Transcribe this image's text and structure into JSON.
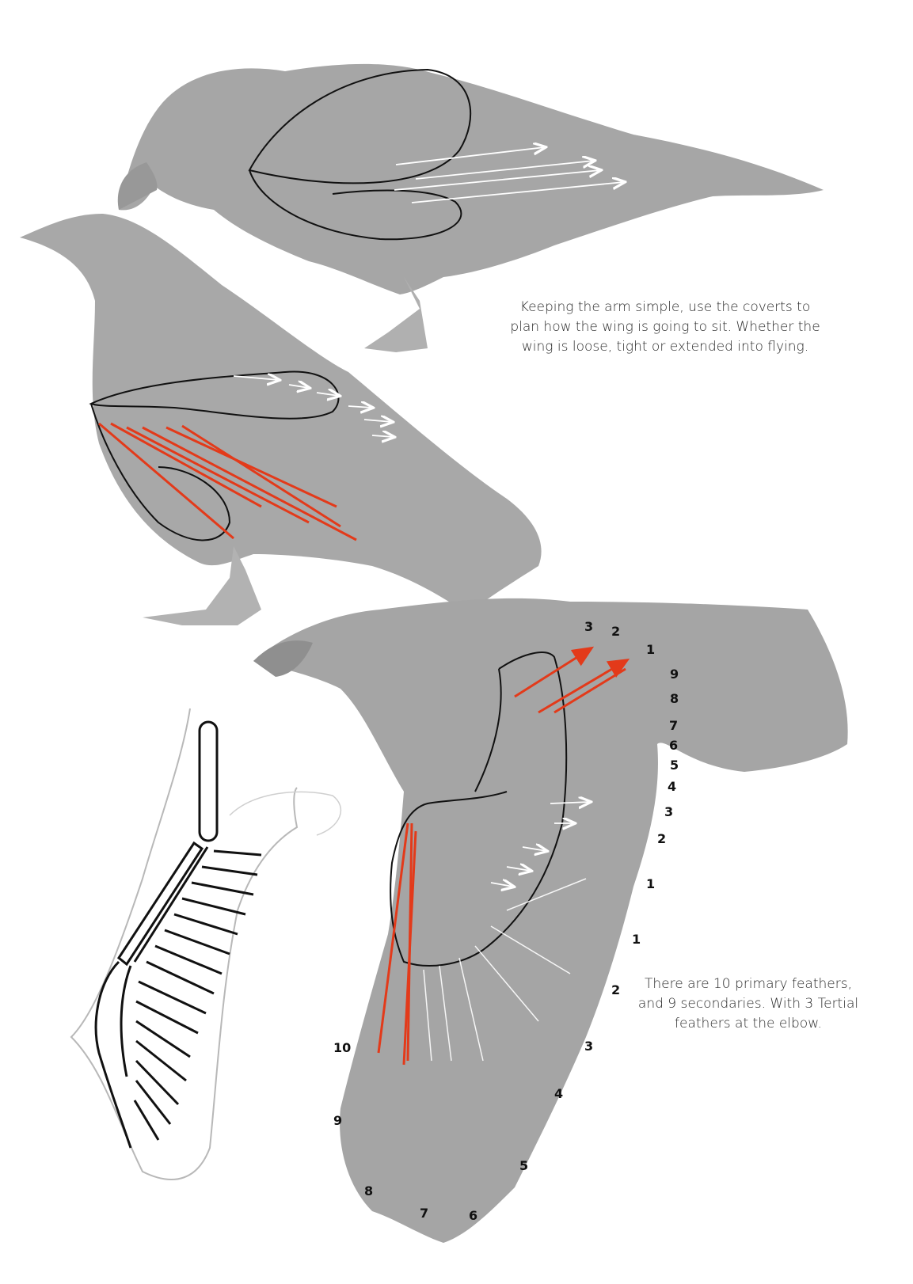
{
  "notes": {
    "coverts": "Keeping the arm simple, use the coverts to plan how the wing is going to sit. Whether the wing is loose, tight or extended into flying.",
    "feathers": "There are 10 primary feathers, and 9 secondaries. With 3 Tertial feathers at the elbow."
  },
  "tail_numbers": [
    "1",
    "9",
    "8",
    "7",
    "6",
    "5",
    "4",
    "3",
    "2",
    "1"
  ],
  "wing_top_numbers": [
    "3",
    "2"
  ],
  "primary_numbers": [
    "1",
    "2",
    "3",
    "4",
    "5"
  ],
  "secondary_numbers": [
    "10",
    "9",
    "8",
    "7",
    "6"
  ],
  "colors": {
    "bird": "#a3a3a3",
    "outline": "#111111",
    "accent_red": "#e33a1a",
    "arrow": "#ffffff"
  }
}
